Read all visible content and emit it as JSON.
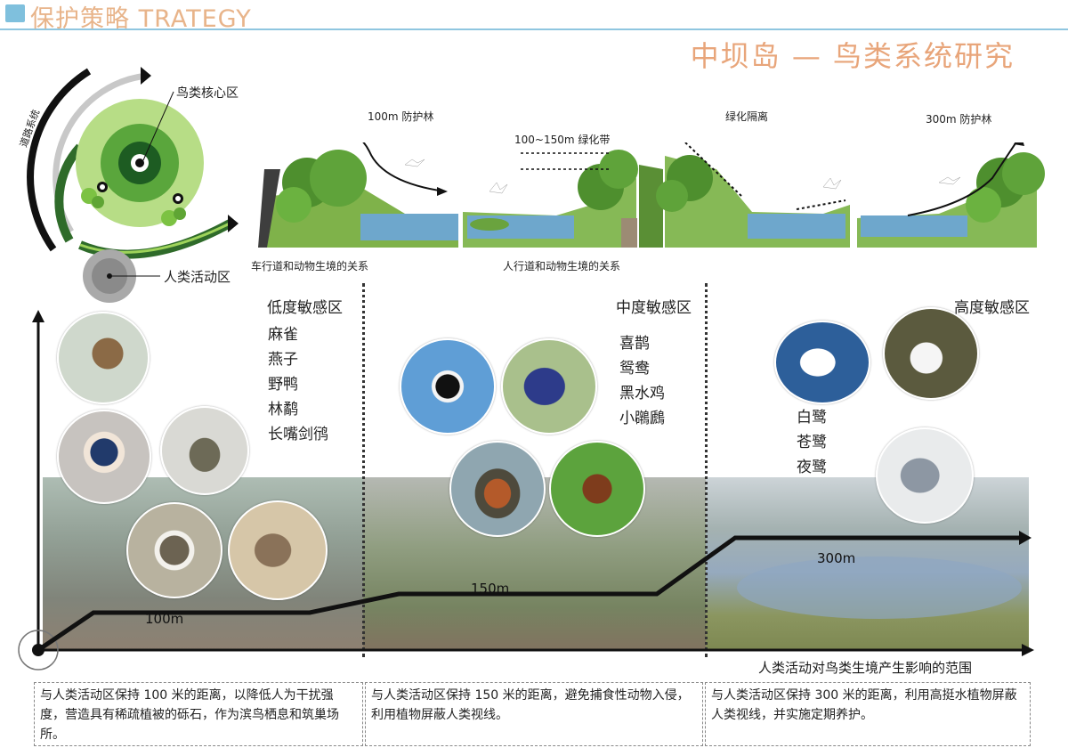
{
  "header": {
    "title": "保护策略 TRATEGY"
  },
  "main_title": "中坝岛 — 鸟类系统研究",
  "concept": {
    "core_label": "鸟类核心区",
    "road_label": "道路系统",
    "human_label": "人类活动区"
  },
  "sections": {
    "forest100": "100m 防护林",
    "greenbelt": "100~150m 绿化带",
    "green_isolation": "绿化隔离",
    "forest300": "300m 防护林",
    "caption_vehicle": "车行道和动物生境的关系",
    "caption_pedestrian": "人行道和动物生境的关系"
  },
  "zones": [
    {
      "title": "低度敏感区",
      "species": [
        "麻雀",
        "燕子",
        "野鸭",
        "林鹬",
        "长嘴剑鸻"
      ],
      "distance": "100m",
      "description": "与人类活动区保持 100 米的距离，以降低人为干扰强度，营造具有稀疏植被的砾石，作为滨鸟栖息和筑巢场所。"
    },
    {
      "title": "中度敏感区",
      "species": [
        "喜鹊",
        "鸳鸯",
        "黑水鸡",
        "小鸊鷉"
      ],
      "distance": "150m",
      "description": "与人类活动区保持 150 米的距离，避免捕食性动物入侵，利用植物屏蔽人类视线。"
    },
    {
      "title": "高度敏感区",
      "species": [
        "白鹭",
        "苍鹭",
        "夜鹭"
      ],
      "distance": "300m",
      "description": "与人类活动区保持 300 米的距离，利用高挺水植物屏蔽人类视线，并实施定期养护。"
    }
  ],
  "axis": {
    "x_label": "人类活动对鸟类生境产生影响的范围"
  },
  "chart_data": {
    "type": "line",
    "x": [
      "低度敏感区",
      "中度敏感区",
      "高度敏感区"
    ],
    "series": [
      {
        "values": [
          100,
          150,
          300
        ]
      }
    ],
    "xlabel": "人类活动对鸟类生境产生影响的范围",
    "ylabel": ""
  },
  "colors": {
    "accent": "#e8a57a",
    "header_line": "#8fc6e0",
    "green_dark": "#2f7d32",
    "green_light": "#a6d86a",
    "water": "#7fb4d6"
  }
}
